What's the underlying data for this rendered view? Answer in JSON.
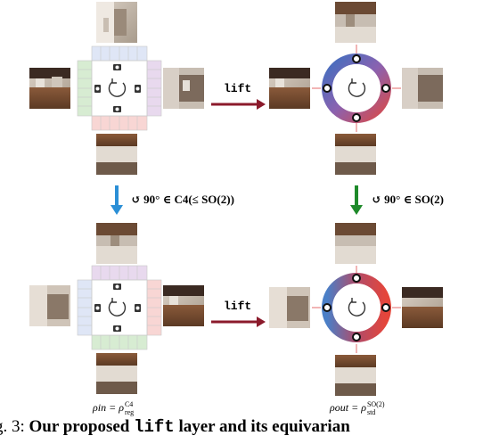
{
  "top_row": {
    "lift_label": "lift"
  },
  "bottom_row": {
    "lift_label": "lift"
  },
  "operations": {
    "left": "↺ 90° ∈ C4(≤ SO(2))",
    "right": "↺ 90° ∈ SO(2)"
  },
  "rho_in": {
    "main": "ρin = ρ",
    "sup": "C4",
    "sub": "reg"
  },
  "rho_out": {
    "main": "ρout = ρ",
    "sup": "SO(2)",
    "sub": "std"
  },
  "caption": {
    "prefix": "g. 3: ",
    "bold_a": "Our proposed ",
    "mono": "lift",
    "bold_b": " layer and its equivarian"
  },
  "colors": {
    "lift_arrow": "#8b1a2b",
    "left_down_arrow": "#2b8fd6",
    "right_down_arrow": "#1e8a2a",
    "ring_blue": "#4a7fc7",
    "ring_red": "#e0453a",
    "ring_purple": "#8a5aa8"
  }
}
